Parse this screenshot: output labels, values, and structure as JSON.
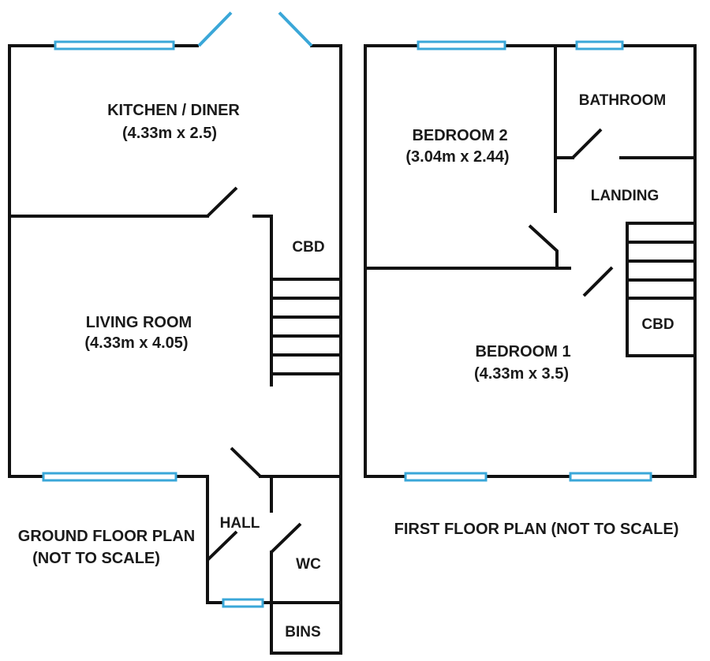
{
  "rooms": {
    "kitchen": {
      "name": "KITCHEN / DINER",
      "size": "(4.33m x 2.5)"
    },
    "living": {
      "name": "LIVING ROOM",
      "size": "(4.33m x 4.05)"
    },
    "cbd_ground": {
      "name": "CBD"
    },
    "hall": {
      "name": "HALL"
    },
    "wc": {
      "name": "WC"
    },
    "bins": {
      "name": "BINS"
    },
    "bedroom2": {
      "name": "BEDROOM 2",
      "size": "(3.04m x 2.44)"
    },
    "bathroom": {
      "name": "BATHROOM"
    },
    "landing": {
      "name": "LANDING"
    },
    "cbd_first": {
      "name": "CBD"
    },
    "bedroom1": {
      "name": "BEDROOM 1",
      "size": "(4.33m x 3.5)"
    }
  },
  "captions": {
    "ground_line1": "GROUND FLOOR PLAN",
    "ground_line2": "(NOT TO SCALE)",
    "first": "FIRST FLOOR PLAN (NOT TO SCALE)"
  },
  "colors": {
    "wall": "#111111",
    "window": "#3aa7d8",
    "background": "#ffffff"
  }
}
